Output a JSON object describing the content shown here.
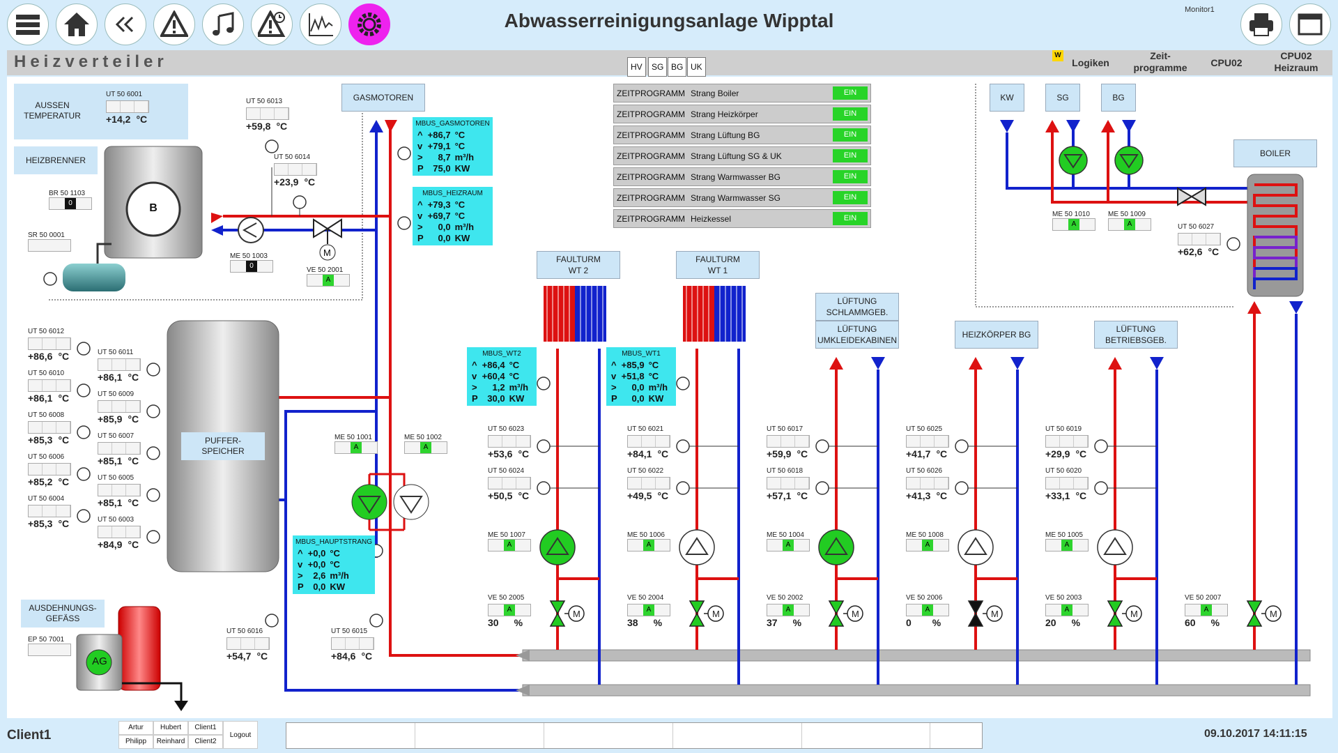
{
  "header": {
    "title": "Abwasserreinigungsanlage Wipptal",
    "monitor": "Monitor1",
    "page_title": "Heizverteiler",
    "tabs": [
      "HV",
      "SG",
      "BG",
      "UK"
    ],
    "logiken_badge": "W",
    "logiken": "Logiken",
    "zeit_1": "Zeit-",
    "zeit_2": "programme",
    "cpu02": "CPU02",
    "cpu02h_1": "CPU02",
    "cpu02h_2": "Heizraum"
  },
  "labels": {
    "aussen_1": "AUSSEN",
    "aussen_2": "TEMPERATUR",
    "heizbrenner": "HEIZBRENNER",
    "gasmotoren": "GASMOTOREN",
    "puffer_1": "PUFFER-",
    "puffer_2": "SPEICHER",
    "ausd_1": "AUSDEHNUNGS-",
    "ausd_2": "GEFÄSS",
    "ag": "AG",
    "b": "B",
    "faulturm2_1": "FAULTURM",
    "faulturm2_2": "WT 2",
    "faulturm1_1": "FAULTURM",
    "faulturm1_2": "WT 1",
    "lueft_schlamm_1": "LÜFTUNG",
    "lueft_schlamm_2": "SCHLAMMGEB.",
    "lueft_umkl_1": "LÜFTUNG",
    "lueft_umkl_2": "UMKLEIDEKABINEN",
    "heizkoerper_bg": "HEIZKÖRPER BG",
    "lueft_betr_1": "LÜFTUNG",
    "lueft_betr_2": "BETRIEBSGEB.",
    "kw": "KW",
    "sg": "SG",
    "bg": "BG",
    "boiler": "BOILER"
  },
  "units": {
    "temp": "°C",
    "flow": "m³/h",
    "power": "KW",
    "percent": "%"
  },
  "sensors": {
    "ut6001": {
      "id": "UT 50 6001",
      "value": "+14,2"
    },
    "ut6013": {
      "id": "UT 50 6013",
      "value": "+59,8"
    },
    "ut6014": {
      "id": "UT 50 6014",
      "value": "+23,9"
    },
    "ut6012": {
      "id": "UT 50 6012",
      "value": "+86,6"
    },
    "ut6011": {
      "id": "UT 50 6011",
      "value": "+86,1"
    },
    "ut6010": {
      "id": "UT 50 6010",
      "value": "+86,1"
    },
    "ut6009": {
      "id": "UT 50 6009",
      "value": "+85,9"
    },
    "ut6008": {
      "id": "UT 50 6008",
      "value": "+85,3"
    },
    "ut6007": {
      "id": "UT 50 6007",
      "value": "+85,1"
    },
    "ut6006": {
      "id": "UT 50 6006",
      "value": "+85,2"
    },
    "ut6005": {
      "id": "UT 50 6005",
      "value": "+85,1"
    },
    "ut6004": {
      "id": "UT 50 6004",
      "value": "+85,3"
    },
    "ut6003": {
      "id": "UT 50 6003",
      "value": "+84,9"
    },
    "ut6016": {
      "id": "UT 50 6016",
      "value": "+54,7"
    },
    "ut6015": {
      "id": "UT 50 6015",
      "value": "+84,6"
    },
    "ut6023": {
      "id": "UT 50 6023",
      "value": "+53,6"
    },
    "ut6024": {
      "id": "UT 50 6024",
      "value": "+50,5"
    },
    "ut6021": {
      "id": "UT 50 6021",
      "value": "+84,1"
    },
    "ut6022": {
      "id": "UT 50 6022",
      "value": "+49,5"
    },
    "ut6017": {
      "id": "UT 50 6017",
      "value": "+59,9"
    },
    "ut6018": {
      "id": "UT 50 6018",
      "value": "+57,1"
    },
    "ut6025": {
      "id": "UT 50 6025",
      "value": "+41,7"
    },
    "ut6026": {
      "id": "UT 50 6026",
      "value": "+41,3"
    },
    "ut6019": {
      "id": "UT 50 6019",
      "value": "+29,9"
    },
    "ut6020": {
      "id": "UT 50 6020",
      "value": "+33,1"
    },
    "ut6027": {
      "id": "UT 50 6027",
      "value": "+62,6"
    }
  },
  "status": {
    "br1103": {
      "id": "BR 50 1103",
      "state": "0"
    },
    "sr0001": {
      "id": "SR 50 0001",
      "state": ""
    },
    "me1003": {
      "id": "ME 50 1003",
      "state": "0"
    },
    "ve2001": {
      "id": "VE 50 2001",
      "state": "A"
    },
    "me1001": {
      "id": "ME 50 1001",
      "state": "A"
    },
    "me1002": {
      "id": "ME 50 1002",
      "state": "A"
    },
    "ep7001": {
      "id": "EP 50 7001",
      "state": ""
    },
    "me1007": {
      "id": "ME 50 1007",
      "state": "A"
    },
    "me1006": {
      "id": "ME 50 1006",
      "state": "A"
    },
    "me1004": {
      "id": "ME 50 1004",
      "state": "A"
    },
    "me1008": {
      "id": "ME 50 1008",
      "state": "A"
    },
    "me1005": {
      "id": "ME 50 1005",
      "state": "A"
    },
    "me1010": {
      "id": "ME 50 1010",
      "state": "A"
    },
    "me1009": {
      "id": "ME 50 1009",
      "state": "A"
    }
  },
  "valves": {
    "ve2005": {
      "id": "VE 50 2005",
      "state": "A",
      "value": "30"
    },
    "ve2004": {
      "id": "VE 50 2004",
      "state": "A",
      "value": "38"
    },
    "ve2002": {
      "id": "VE 50 2002",
      "state": "A",
      "value": "37"
    },
    "ve2006": {
      "id": "VE 50 2006",
      "state": "A",
      "value": "0"
    },
    "ve2003": {
      "id": "VE 50 2003",
      "state": "A",
      "value": "20"
    },
    "ve2007": {
      "id": "VE 50 2007",
      "state": "A",
      "value": "60"
    }
  },
  "mbus": {
    "gasmotoren": {
      "name": "MBUS_GASMOTOREN",
      "rows": [
        [
          "^",
          "+86,7",
          "°C"
        ],
        [
          "v",
          "+79,1",
          "°C"
        ],
        [
          ">",
          "8,7",
          "m³/h"
        ],
        [
          "P",
          "75,0",
          "KW"
        ]
      ]
    },
    "heizraum": {
      "name": "MBUS_HEIZRAUM",
      "rows": [
        [
          "^",
          "+79,3",
          "°C"
        ],
        [
          "v",
          "+69,7",
          "°C"
        ],
        [
          ">",
          "0,0",
          "m³/h"
        ],
        [
          "P",
          "0,0",
          "KW"
        ]
      ]
    },
    "wt2": {
      "name": "MBUS_WT2",
      "rows": [
        [
          "^",
          "+86,4",
          "°C"
        ],
        [
          "v",
          "+60,4",
          "°C"
        ],
        [
          ">",
          "1,2",
          "m³/h"
        ],
        [
          "P",
          "30,0",
          "KW"
        ]
      ]
    },
    "wt1": {
      "name": "MBUS_WT1",
      "rows": [
        [
          "^",
          "+85,9",
          "°C"
        ],
        [
          "v",
          "+51,8",
          "°C"
        ],
        [
          ">",
          "0,0",
          "m³/h"
        ],
        [
          "P",
          "0,0",
          "KW"
        ]
      ]
    },
    "hauptstrang": {
      "name": "MBUS_HAUPTSTRANG",
      "rows": [
        [
          "^",
          "+0,0",
          "°C"
        ],
        [
          "v",
          "+0,0",
          "°C"
        ],
        [
          ">",
          "2,6",
          "m³/h"
        ],
        [
          "P",
          "0,0",
          "KW"
        ]
      ]
    }
  },
  "zeitprogramme": [
    {
      "label": "ZEITPROGRAMM",
      "name": "Strang Boiler",
      "state": "EIN"
    },
    {
      "label": "ZEITPROGRAMM",
      "name": "Strang Heizkörper",
      "state": "EIN"
    },
    {
      "label": "ZEITPROGRAMM",
      "name": "Strang Lüftung BG",
      "state": "EIN"
    },
    {
      "label": "ZEITPROGRAMM",
      "name": "Strang Lüftung SG & UK",
      "state": "EIN"
    },
    {
      "label": "ZEITPROGRAMM",
      "name": "Strang Warmwasser BG",
      "state": "EIN"
    },
    {
      "label": "ZEITPROGRAMM",
      "name": "Strang Warmwasser SG",
      "state": "EIN"
    },
    {
      "label": "ZEITPROGRAMM",
      "name": "Heizkessel",
      "state": "EIN"
    }
  ],
  "footer": {
    "client": "Client1",
    "users": [
      "Artur",
      "Hubert",
      "Client1",
      "Philipp",
      "Reinhard",
      "Client2"
    ],
    "logout": "Logout",
    "datetime": "09.10.2017 14:11:15"
  },
  "colors": {
    "hot": "#dd1111",
    "cold": "#1122cc",
    "pump_on": "#22cc22",
    "accent": "#ee22ee"
  }
}
